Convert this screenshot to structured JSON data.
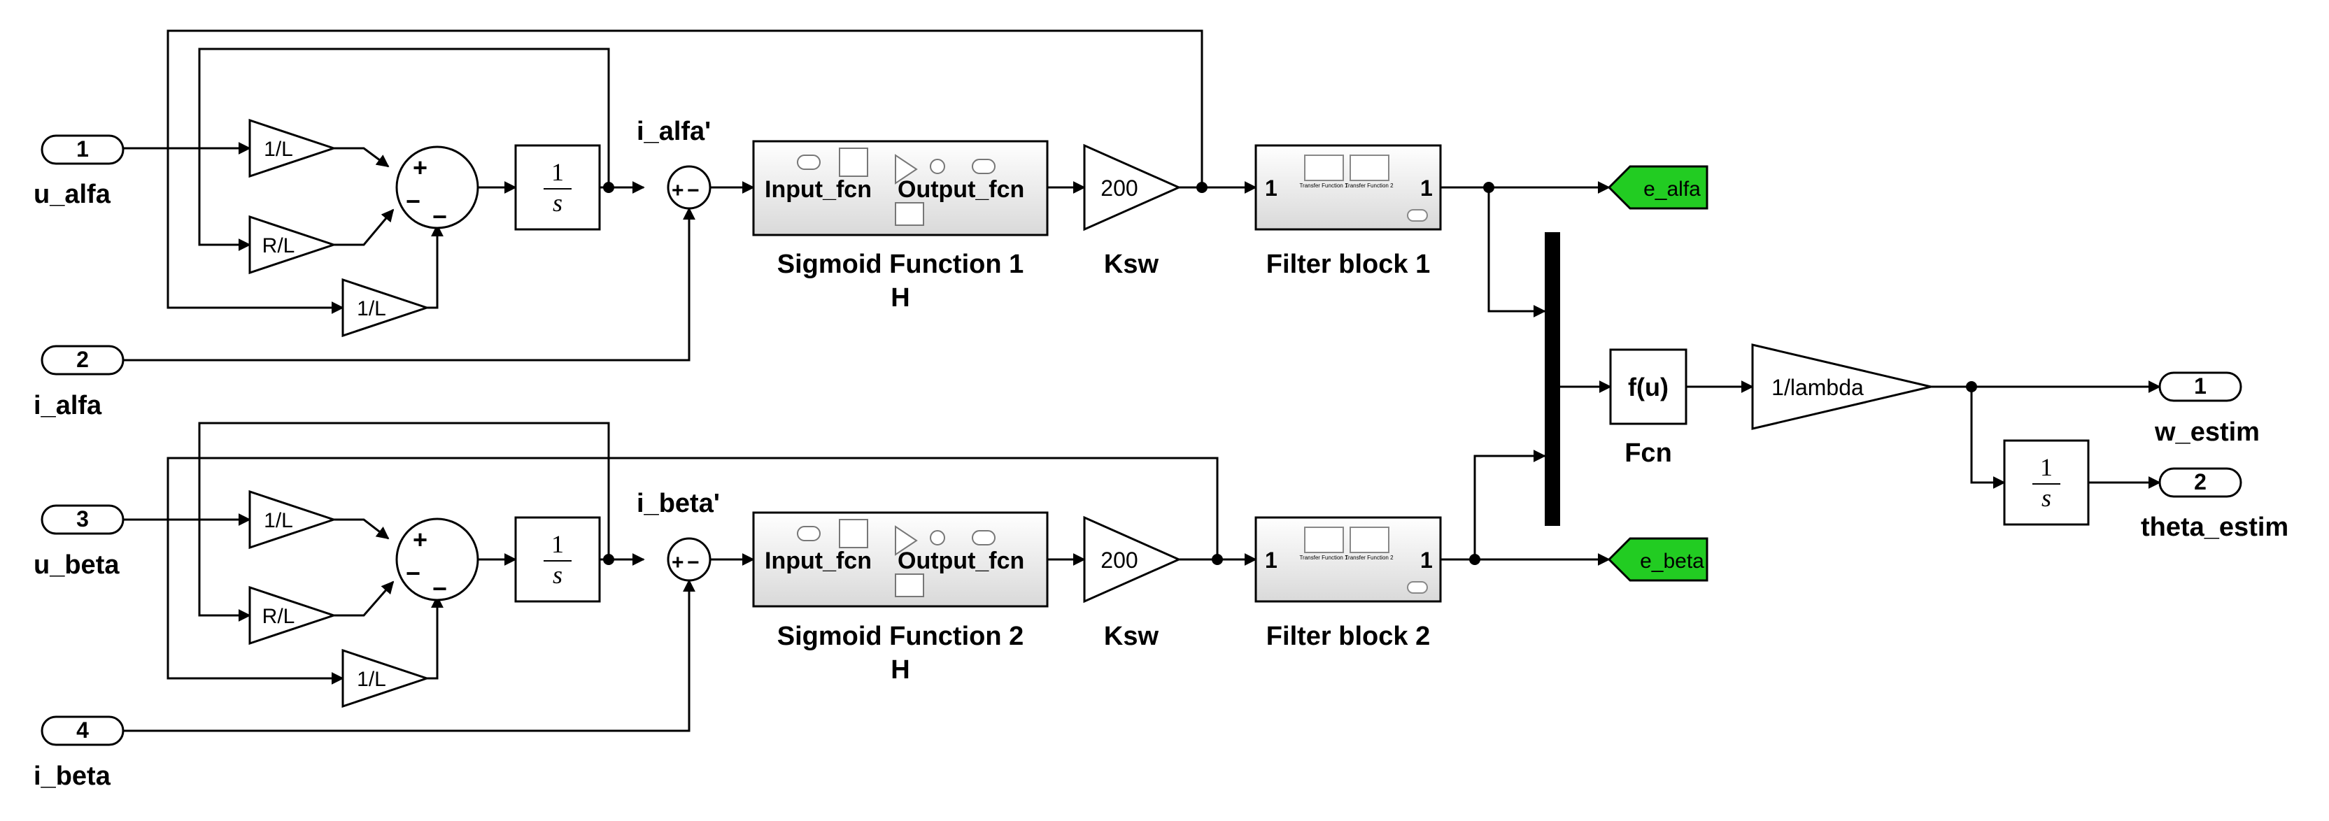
{
  "inports": [
    {
      "num": "1",
      "name": "u_alfa"
    },
    {
      "num": "2",
      "name": "i_alfa"
    },
    {
      "num": "3",
      "name": "u_beta"
    },
    {
      "num": "4",
      "name": "i_beta"
    }
  ],
  "outports": [
    {
      "num": "1",
      "name": "w_estim"
    },
    {
      "num": "2",
      "name": "theta_estim"
    }
  ],
  "goto_tags": {
    "alfa": "e_alfa",
    "beta": "e_beta"
  },
  "gains": {
    "one_over_l": "1/L",
    "r_over_l": "R/L",
    "ksw_value": "200",
    "lambda": "1/lambda"
  },
  "integrator": {
    "num": "1",
    "den": "s"
  },
  "signals": {
    "i_alfa_prime": "i_alfa'",
    "i_beta_prime": "i_beta'"
  },
  "subsystems": {
    "sigmoid_1": {
      "name_line1": "Sigmoid Function 1",
      "name_line2": "H",
      "input_port": "Input_fcn",
      "output_port": "Output_fcn"
    },
    "sigmoid_2": {
      "name_line1": "Sigmoid Function 2",
      "name_line2": "H",
      "input_port": "Input_fcn",
      "output_port": "Output_fcn"
    },
    "filter_1": {
      "name": "Filter block 1",
      "in_port": "1",
      "out_port": "1",
      "tf1": "Transfer Function 1",
      "tf2": "Transfer Function 2"
    },
    "filter_2": {
      "name": "Filter block 2",
      "in_port": "1",
      "out_port": "1",
      "tf1": "Transfer Function 1",
      "tf2": "Transfer Function 2"
    }
  },
  "ksw_label": "Ksw",
  "fcn": {
    "expr": "f(u)",
    "name": "Fcn"
  },
  "sum_signs": {
    "plus": "+",
    "minus": "−"
  },
  "colors": {
    "goto_fill": "#22cc22",
    "subsystem_fill": "#e6e6e6",
    "line": "#000000"
  }
}
